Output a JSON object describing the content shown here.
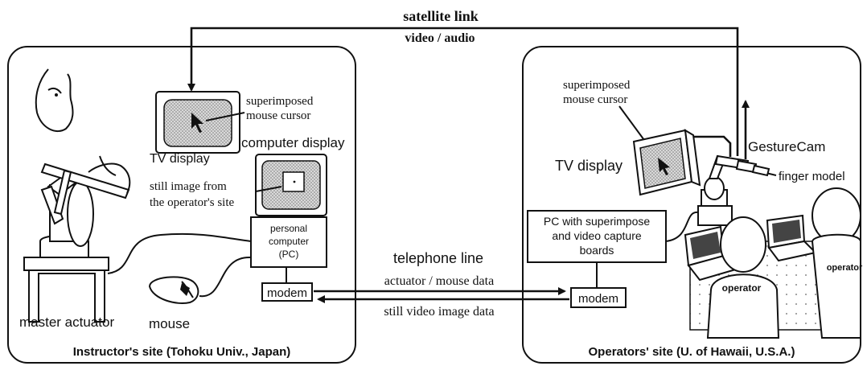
{
  "links": {
    "satellite_title": "satellite link",
    "satellite_sub": "video / audio",
    "telephone_title": "telephone line",
    "telephone_upper": "actuator / mouse data",
    "telephone_lower": "still video image data"
  },
  "instructor_site": {
    "caption": "Instructor's site (Tohoku Univ., Japan)",
    "tv_display": "TV display",
    "cursor_label_line1": "superimposed",
    "cursor_label_line2": "mouse cursor",
    "computer_display": "computer display",
    "still_image_line1": "still image from",
    "still_image_line2": "the operator's site",
    "pc_line1": "personal",
    "pc_line2": "computer",
    "pc_line3": "(PC)",
    "modem": "modem",
    "master_actuator": "master actuator",
    "mouse": "mouse"
  },
  "operator_site": {
    "caption": "Operators' site (U. of Hawaii, U.S.A.)",
    "cursor_label_line1": "superimposed",
    "cursor_label_line2": "mouse cursor",
    "tv_display": "TV display",
    "gesturecam": "GestureCam",
    "finger_model": "finger model",
    "pc_line1": "PC with superimpose",
    "pc_line2": "and video capture",
    "pc_line3": "boards",
    "modem": "modem",
    "operator_left": "operator",
    "operator_right": "operator"
  }
}
